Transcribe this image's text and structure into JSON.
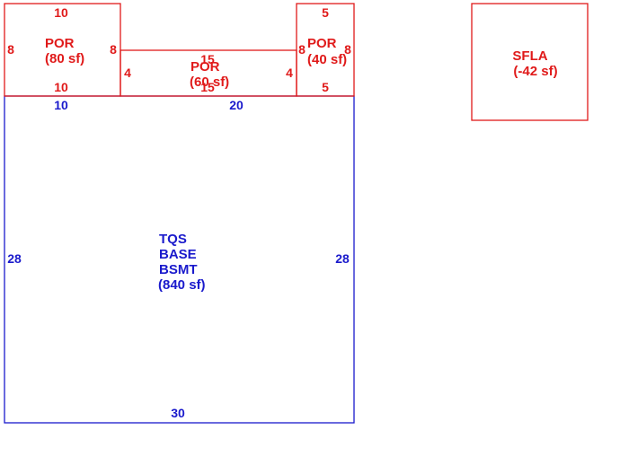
{
  "colors": {
    "base": "#1a1acc",
    "porch": "#e01a1a",
    "background": "#ffffff"
  },
  "areas": {
    "por_left": {
      "label": "POR",
      "area": "(80 sf)",
      "dims": {
        "top": "10",
        "bottom": "10",
        "left": "8",
        "right": "8"
      }
    },
    "por_mid": {
      "label": "POR",
      "area": "(60 sf)",
      "dims": {
        "top": "15",
        "bottom": "15",
        "left": "4",
        "right": "4"
      }
    },
    "por_right": {
      "label": "POR",
      "area": "(40 sf)",
      "dims": {
        "top": "5",
        "bottom": "5",
        "left": "8",
        "right": "8"
      }
    },
    "sfla": {
      "label": "SFLA",
      "area": "(-42 sf)"
    },
    "base": {
      "label_lines": [
        "TQS",
        "BASE",
        "BSMT"
      ],
      "area": "(840 sf)",
      "dims": {
        "top_left": "10",
        "top_right": "20",
        "bottom": "30",
        "left": "28",
        "right": "28"
      }
    }
  }
}
